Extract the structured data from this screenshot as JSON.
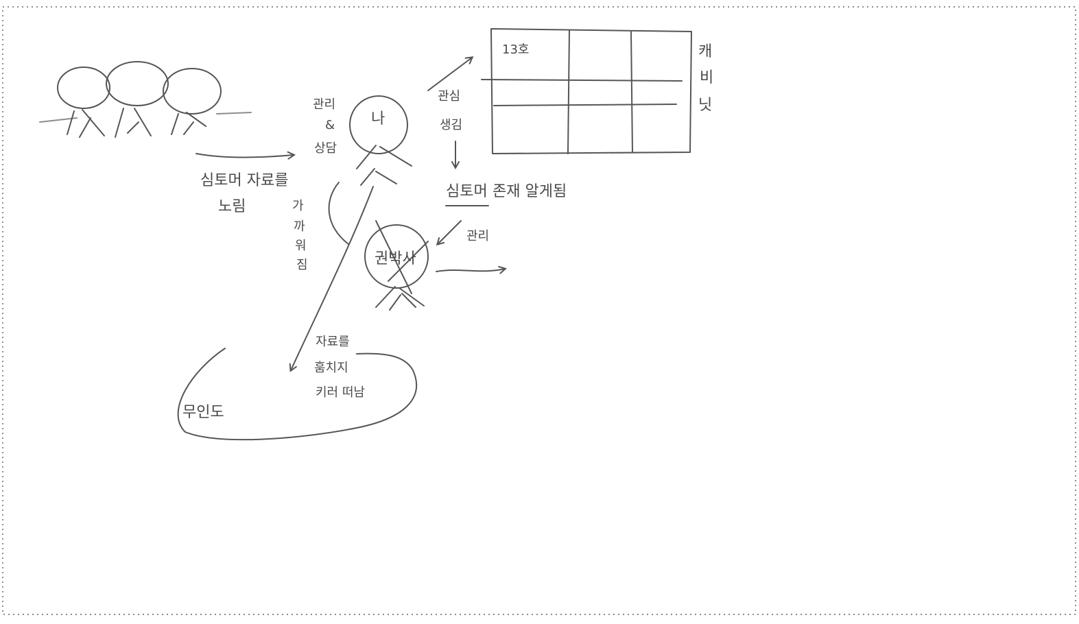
{
  "labels": {
    "me": "나",
    "manage_consult_top": "관리",
    "manage_consult_connector": "&",
    "manage_consult_bottom": "상담",
    "interest_top": "관심",
    "interest_bottom": "생김",
    "cabinet_1": "캐",
    "cabinet_2": "비",
    "cabinet_3": "닛",
    "cabinet_no13": "13호",
    "aware_simtomer": "심토머",
    "aware_rest": "존재 알게됨",
    "manage_doctor": "관리",
    "doctor": "권박사",
    "covet_line1": "심토머 자료를",
    "covet_line2": "노림",
    "closer_1": "가",
    "closer_2": "까",
    "closer_3": "워",
    "closer_4": "짐",
    "take_line1": "자료를",
    "take_line2": "훔치지",
    "take_line3": "키러 떠남",
    "island": "무인도"
  }
}
